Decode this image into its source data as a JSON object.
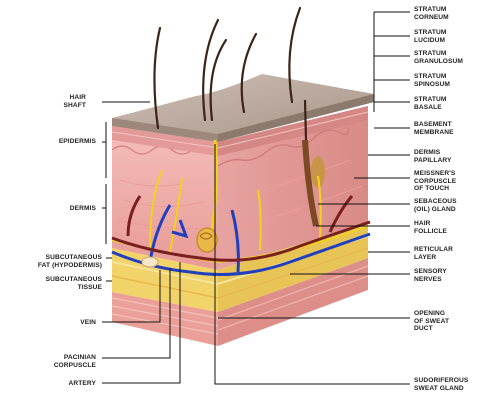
{
  "left_labels": [
    {
      "key": "hair_shaft",
      "text": "HAIR\nSHAFT"
    },
    {
      "key": "epidermis",
      "text": "EPIDERMIS"
    },
    {
      "key": "dermis",
      "text": "DERMIS"
    },
    {
      "key": "subcutaneous_fat",
      "text": "SUBCUTANEOUS\nFAT (HYPODERMIS)"
    },
    {
      "key": "subcutaneous_tissue",
      "text": "SUBCUTANEOUS\nTISSUE"
    },
    {
      "key": "vein",
      "text": "VEIN"
    },
    {
      "key": "pacinian",
      "text": "PACINIAN\nCORPUSCLE"
    },
    {
      "key": "artery",
      "text": "ARTERY"
    }
  ],
  "right_labels": [
    {
      "key": "corneum",
      "text": "STRATUM\nCORNEUM"
    },
    {
      "key": "lucidum",
      "text": "STRATUM\nLUCIDUM"
    },
    {
      "key": "granulosum",
      "text": "STRATUM\nGRANULOSUM"
    },
    {
      "key": "spinosum",
      "text": "STRATUM\nSPINOSUM"
    },
    {
      "key": "basale",
      "text": "STRATUM\nBASALE"
    },
    {
      "key": "basement",
      "text": "BASEMENT\nMEMBRANE"
    },
    {
      "key": "papillary",
      "text": "DERMIS\nPAPILLARY"
    },
    {
      "key": "meissner",
      "text": "MEISSNER'S\nCORPUSCLE\nOF TOUCH"
    },
    {
      "key": "sebaceous",
      "text": "SEBACEOUS\n(OIL) GLAND"
    },
    {
      "key": "follicle",
      "text": "HAIR\nFOLLICLE"
    },
    {
      "key": "reticular",
      "text": "RETICULAR\nLAYER"
    },
    {
      "key": "nerves",
      "text": "SENSORY\nNERVES"
    },
    {
      "key": "opening",
      "text": "OPENING\nOF SWEAT\nDUCT"
    },
    {
      "key": "sudoriferous",
      "text": "SUDORIFEROUS\nSWEAT GLAND"
    }
  ],
  "colors": {
    "surface": "#b7a59a",
    "epidermis": "#e9a3a3",
    "dermis": "#f0b0ac",
    "fat": "#f3d76e",
    "subcutaneous": "#e9a39a",
    "vein": "#1f3fbf",
    "artery": "#7a1f1f",
    "nerve": "#f2d21c",
    "hair": "#3b2418"
  }
}
